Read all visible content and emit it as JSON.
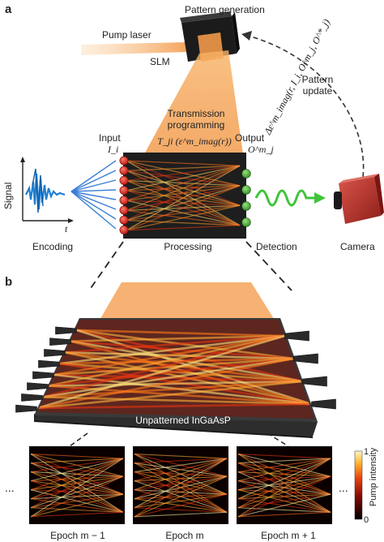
{
  "panel_a": {
    "label": "a",
    "pattern_generation": "Pattern generation",
    "pump_laser": "Pump laser",
    "slm": "SLM",
    "pattern_update": "Pattern\nupdate",
    "pattern_update_line1": "Pattern",
    "pattern_update_line2": "update",
    "delta_eq": "Δε^m_imag(r, I_i, O^m_j, O^*_j)",
    "transmission_line1": "Transmission",
    "transmission_line2": "programming",
    "transfer_eq": "T_ji (ε^m_imag(r))",
    "input_label": "Input",
    "input_sym": "I_i",
    "output_label": "Output",
    "output_sym": "O^m_j",
    "signal_axis": "Signal",
    "time_axis": "t",
    "encoding": "Encoding",
    "processing": "Processing",
    "detection": "Detection",
    "camera": "Camera"
  },
  "panel_b": {
    "label": "b",
    "chip_label": "Unpatterned InGaAsP",
    "epochs": [
      "Epoch m − 1",
      "Epoch m",
      "Epoch m + 1"
    ],
    "ellipsis_left": "...",
    "ellipsis_right": "...",
    "colorbar_title": "Pump intensity",
    "colorbar_max": "1",
    "colorbar_min": "0"
  },
  "colors": {
    "laser_orange": "#f2a65a",
    "chip_dark": "#2a2a2a",
    "input_red": "#d8241c",
    "output_green": "#3fae3a",
    "encoding_arrow": "#3a7fd6",
    "signal_blue": "#1f7fd0",
    "camera_red": "#c23a32"
  },
  "icons": [
    "slm-device-icon",
    "camera-icon",
    "signal-waveform-icon",
    "green-wave-arrow-icon"
  ]
}
